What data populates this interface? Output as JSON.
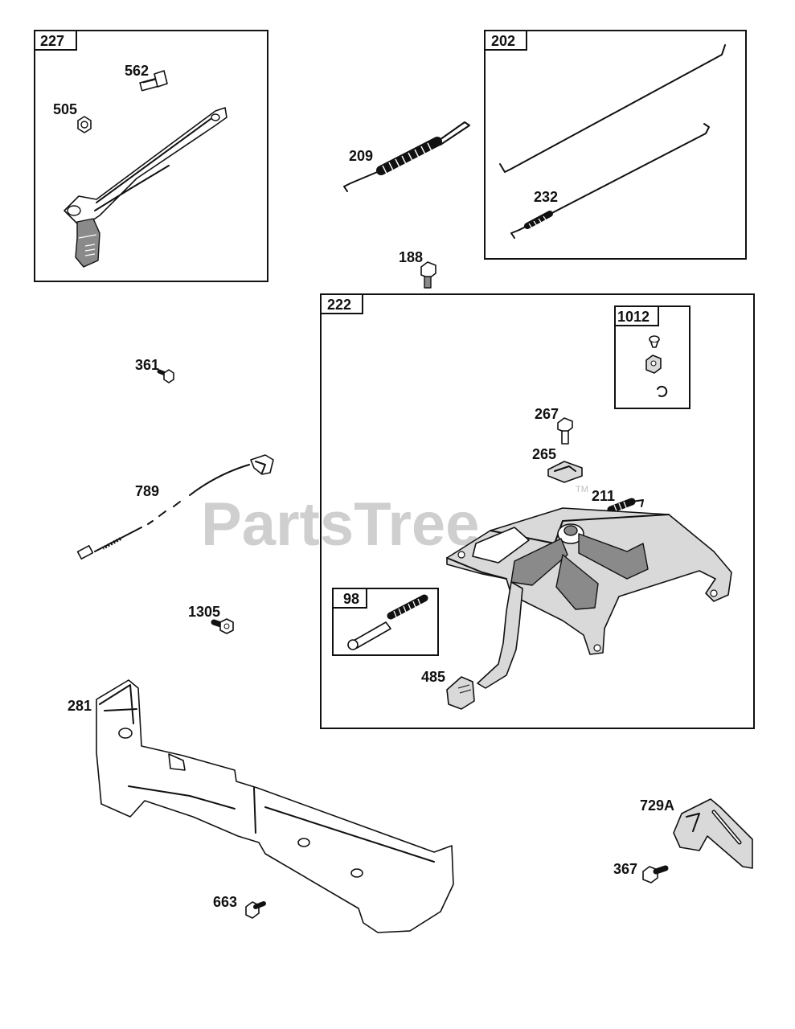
{
  "watermark": {
    "text": "PartsTree",
    "trademark": "TM"
  },
  "boxes": {
    "b227": "227",
    "b202": "202",
    "b222": "222",
    "b1012": "1012",
    "b98": "98"
  },
  "labels": {
    "p562": "562",
    "p505": "505",
    "p209": "209",
    "p232": "232",
    "p188": "188",
    "p361": "361",
    "p267": "267",
    "p265": "265",
    "p211": "211",
    "p789": "789",
    "p1305": "1305",
    "p485": "485",
    "p281": "281",
    "p729A": "729A",
    "p367": "367",
    "p663": "663"
  }
}
